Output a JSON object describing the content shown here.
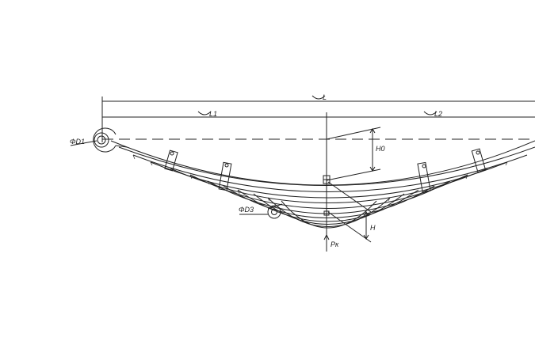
{
  "labels": {
    "total_length": "L",
    "left_length": "L1",
    "right_length": "L2",
    "eye_diameter": "ΦD1",
    "bushing_diameter": "ΦD3",
    "free_camber": "H0",
    "loaded_height": "H",
    "load": "Pк"
  },
  "colors": {
    "line": "#222222",
    "background": "#ffffff"
  }
}
